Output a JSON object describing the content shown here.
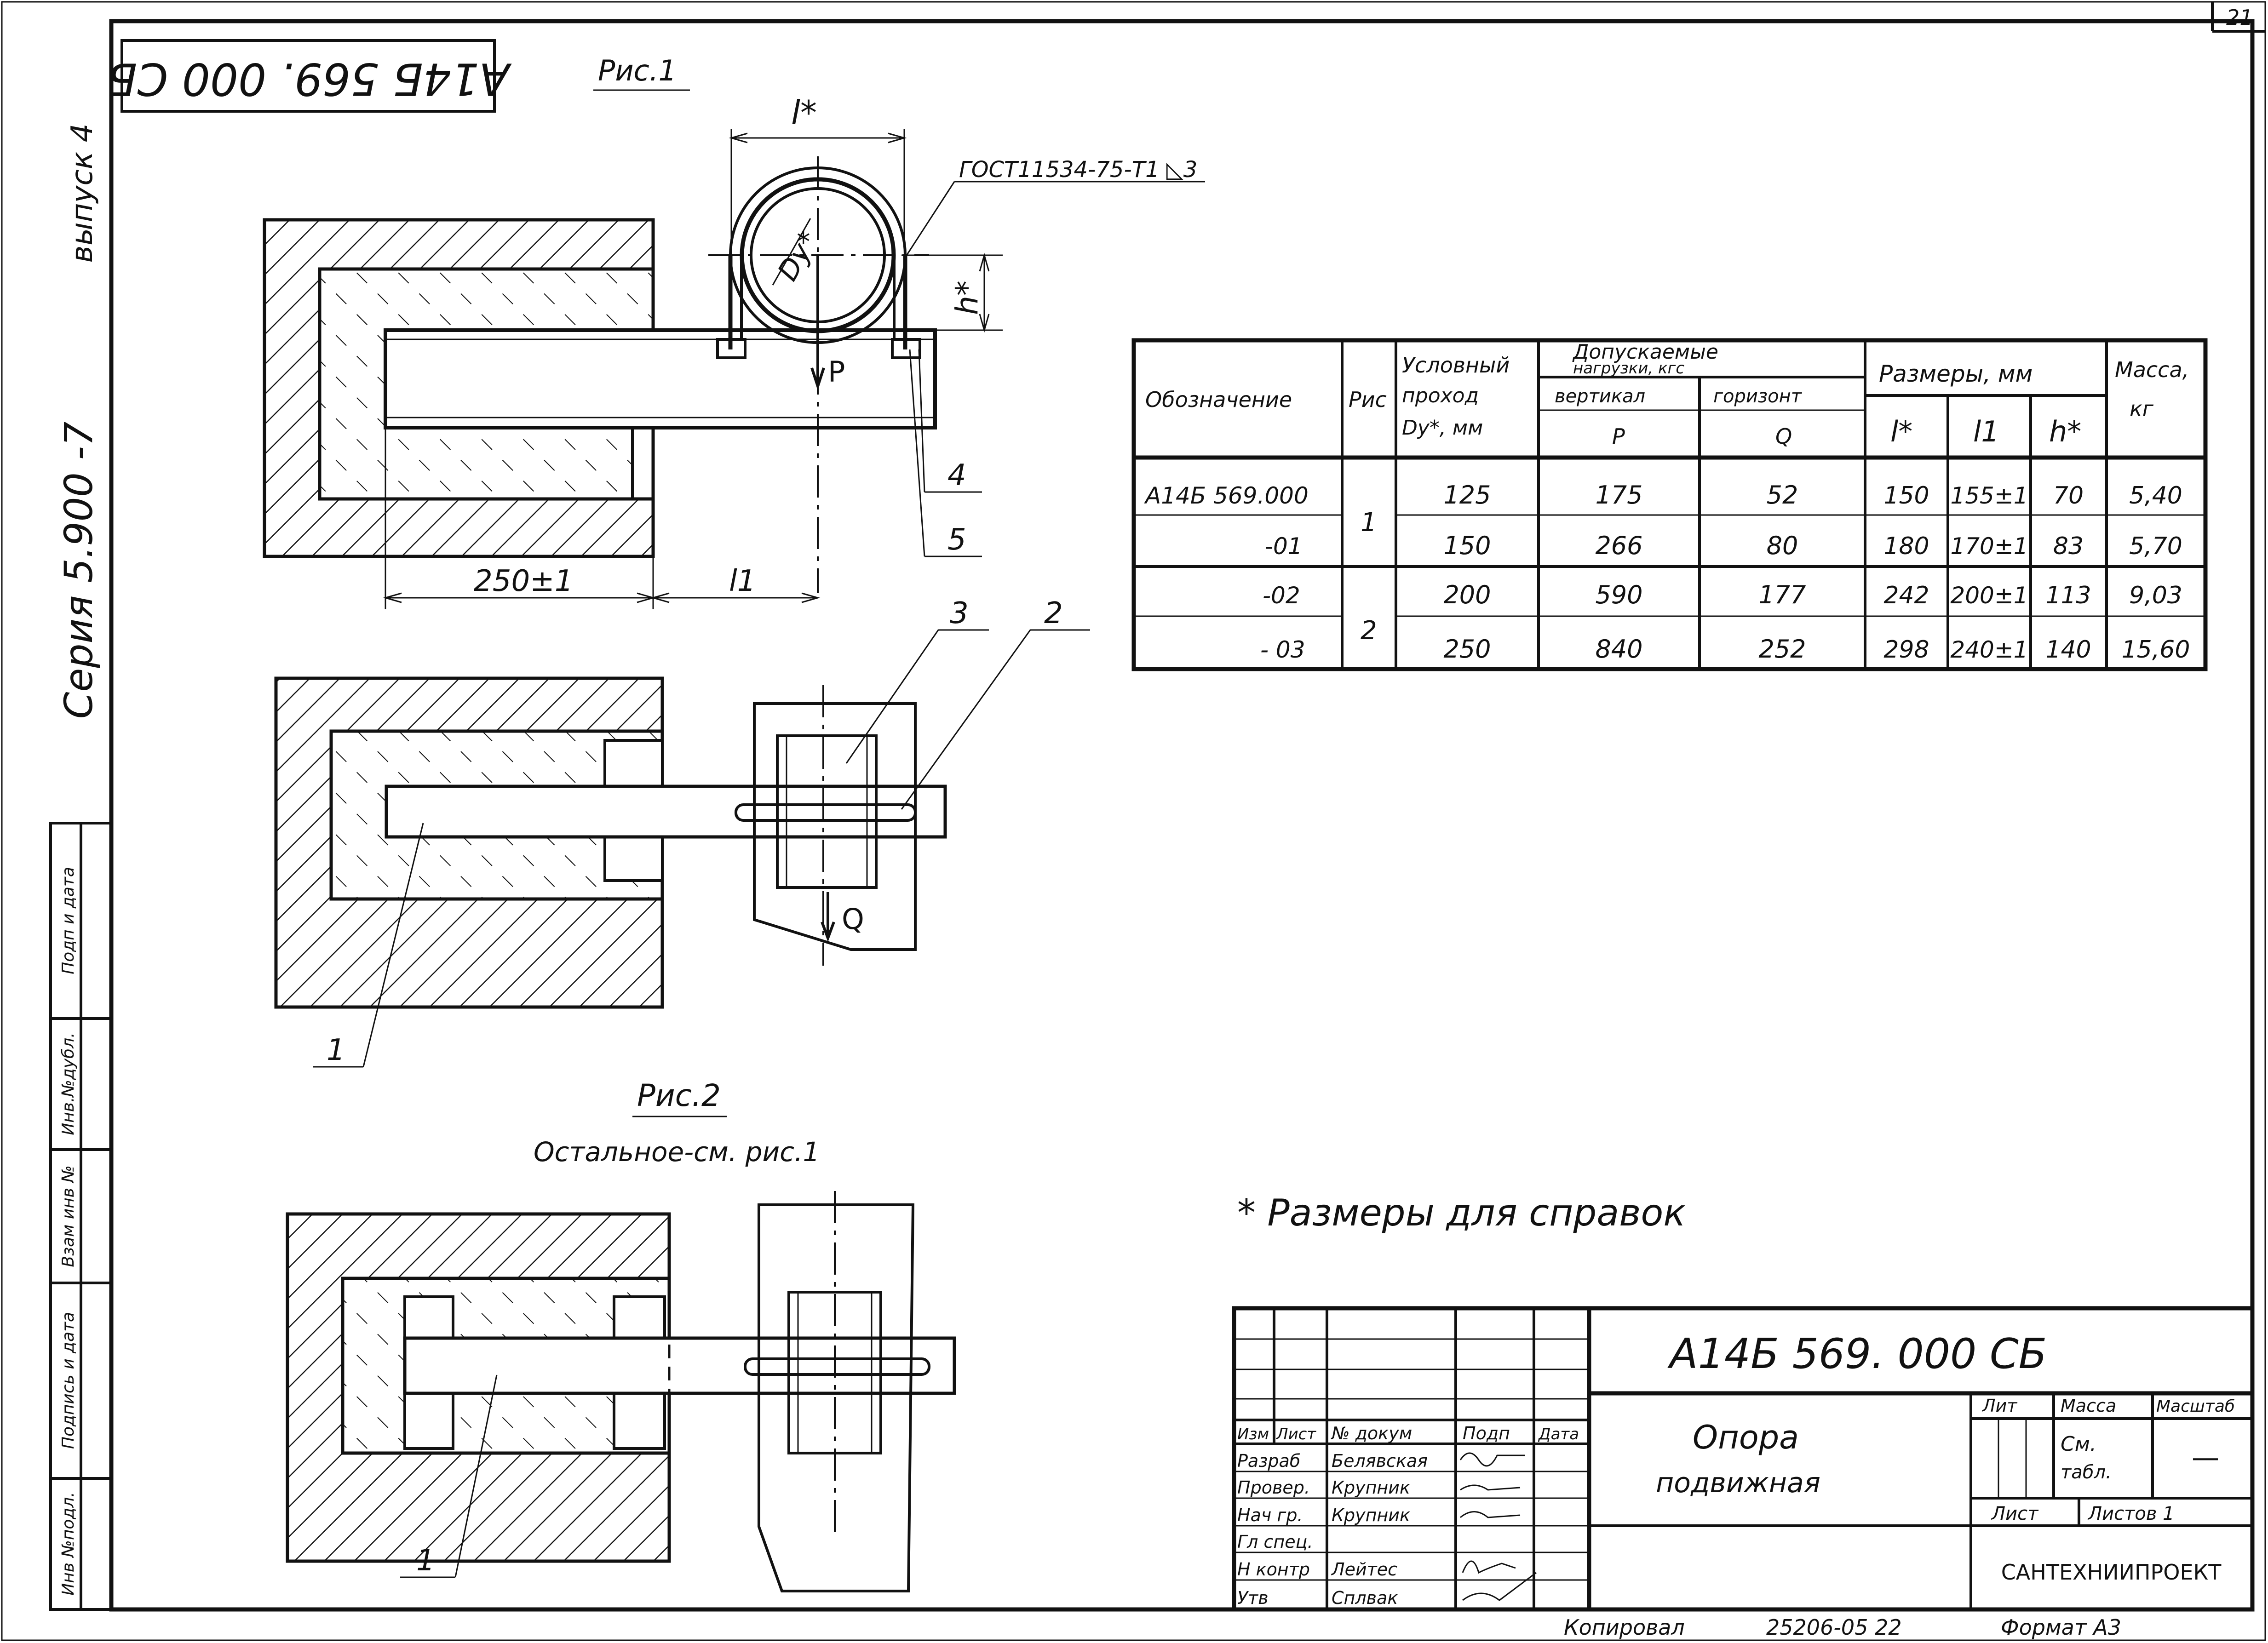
{
  "sheet_number": "21",
  "stamp_code_rotated": "А14Б 569. 000 СБ",
  "side_labels": {
    "issue": "выпуск 4",
    "series": "Серия 5.900 -7",
    "stamp_cells": [
      "Инв №подл.",
      "Подпись и дата",
      "Взам инв №",
      "Инв.№дубл.",
      "Подп и дата"
    ]
  },
  "figures": {
    "fig1_label": "Рис.1",
    "fig2_label": "Рис.2",
    "fig2_note": "Остальное-см. рис.1",
    "weld_note": "ГОСТ11534-75-Т1 ◺3",
    "dims": {
      "l_star": "l*",
      "h_star": "h*",
      "dy_star": "Dу*",
      "dim_250": "250±1",
      "l1": "l1"
    },
    "loads": {
      "p": "P",
      "q": "Q"
    },
    "callouts": [
      "1",
      "2",
      "3",
      "4",
      "5",
      "1"
    ]
  },
  "spec_table": {
    "headers": {
      "designation": "Обозначение",
      "figure": "Рис",
      "nominal_bore": [
        "Условный",
        "проход",
        "Dу*, мм"
      ],
      "loads_group": [
        "Допускаемые",
        "нагрузки, кгс"
      ],
      "vertical": "вертикал",
      "horizontal": "горизонт",
      "p": "P",
      "q": "Q",
      "dims_group": "Размеры, мм",
      "l_star": "l*",
      "l1": "l1",
      "h_star": "h*",
      "mass": [
        "Масса,",
        "кг"
      ]
    },
    "rows": [
      {
        "designation": "А14Б 569.000",
        "fig": "1",
        "dy": "125",
        "p": "175",
        "q": "52",
        "l": "150",
        "l1": "155±1",
        "h": "70",
        "mass": "5,40"
      },
      {
        "designation": "-01",
        "fig": "",
        "dy": "150",
        "p": "266",
        "q": "80",
        "l": "180",
        "l1": "170±1",
        "h": "83",
        "mass": "5,70"
      },
      {
        "designation": "-02",
        "fig": "2",
        "dy": "200",
        "p": "590",
        "q": "177",
        "l": "242",
        "l1": "200±1",
        "h": "113",
        "mass": "9,03"
      },
      {
        "designation": "- 03",
        "fig": "",
        "dy": "250",
        "p": "840",
        "q": "252",
        "l": "298",
        "l1": "240±1",
        "h": "140",
        "mass": "15,60"
      }
    ]
  },
  "reference_note": "* Размеры для справок",
  "title_block": {
    "doc_code": "А14Б 569. 000 СБ",
    "title_line1": "Опора",
    "title_line2": "подвижная",
    "col_headers": [
      "Изм",
      "Лист",
      "№ докум",
      "Подп",
      "Дата"
    ],
    "roles": [
      {
        "role": "Разраб",
        "name": "Белявская"
      },
      {
        "role": "Провер.",
        "name": "Крупник"
      },
      {
        "role": "Нач гр.",
        "name": "Крупник"
      },
      {
        "role": "Гл спец.",
        "name": ""
      },
      {
        "role": "Н контр",
        "name": "Лейтес"
      },
      {
        "role": "Утв",
        "name": "Сплвак"
      }
    ],
    "lit_label": "Лит",
    "mass_label": "Масса",
    "scale_label": "Масштаб",
    "mass_value_line1": "См.",
    "mass_value_line2": "табл.",
    "scale_value": "—",
    "sheet_label": "Лист",
    "sheets_label": "Листов 1",
    "organization": "САНТЕХНИИПРОЕКТ"
  },
  "footer": {
    "copied": "Копировал",
    "number": "25206-05 22",
    "format": "Формат А3"
  }
}
